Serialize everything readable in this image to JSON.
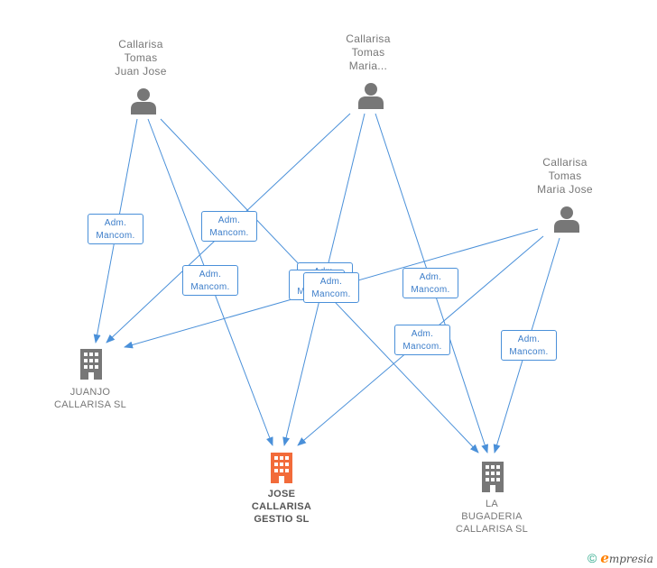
{
  "people": [
    {
      "id": "p1",
      "lines": [
        "Callarisa",
        "Tomas",
        "Juan Jose"
      ]
    },
    {
      "id": "p2",
      "lines": [
        "Callarisa",
        "Tomas",
        "Maria..."
      ]
    },
    {
      "id": "p3",
      "lines": [
        "Callarisa",
        "Tomas",
        "Maria Jose"
      ]
    }
  ],
  "companies": [
    {
      "id": "c1",
      "lines": [
        "JUANJO",
        "CALLARISA SL"
      ],
      "focus": false
    },
    {
      "id": "c2",
      "lines": [
        "JOSE",
        "CALLARISA",
        "GESTIO SL"
      ],
      "focus": true
    },
    {
      "id": "c3",
      "lines": [
        "LA",
        "BUGADERIA",
        "CALLARISA SL"
      ],
      "focus": false
    }
  ],
  "edge_label": {
    "line1": "Adm.",
    "line2": "Mancom."
  },
  "edges": [
    {
      "from": "p1",
      "to": "c1"
    },
    {
      "from": "p1",
      "to": "c2"
    },
    {
      "from": "p1",
      "to": "c3"
    },
    {
      "from": "p2",
      "to": "c1"
    },
    {
      "from": "p2",
      "to": "c2"
    },
    {
      "from": "p2",
      "to": "c3"
    },
    {
      "from": "p3",
      "to": "c1"
    },
    {
      "from": "p3",
      "to": "c2"
    },
    {
      "from": "p3",
      "to": "c3"
    }
  ],
  "colors": {
    "edge": "#4a90d9",
    "person_icon": "#777777",
    "company_icon": "#777777",
    "focus_company_icon": "#f26b3a"
  },
  "copyright": {
    "symbol": "©",
    "brand_initial": "e",
    "brand_rest": "mpresia"
  }
}
